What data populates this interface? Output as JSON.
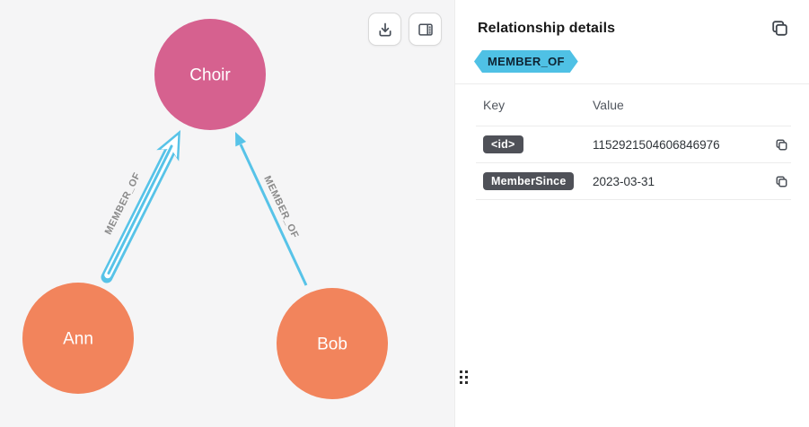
{
  "graph": {
    "background": "#f5f5f6",
    "edge_color": "#57C3E8",
    "edge_label_color": "#8a8a8a",
    "nodes": [
      {
        "label": "Choir",
        "color": "#D6618F"
      },
      {
        "label": "Ann",
        "color": "#F2845C"
      },
      {
        "label": "Bob",
        "color": "#F2845C"
      }
    ],
    "edges": [
      {
        "label": "MEMBER_OF",
        "from": "Ann",
        "to": "Choir",
        "selected": true
      },
      {
        "label": "MEMBER_OF",
        "from": "Bob",
        "to": "Choir",
        "selected": false
      }
    ],
    "toolbar": {
      "download_icon": "download-icon",
      "panel_toggle_icon": "panel-right-icon"
    }
  },
  "panel": {
    "title": "Relationship details",
    "copy_icon": "copy-icon",
    "type_badge": {
      "label": "MEMBER_OF",
      "color": "#4fc1e5"
    },
    "table": {
      "key_header": "Key",
      "value_header": "Value",
      "rows": [
        {
          "key": "<id>",
          "value": "1152921504606846976"
        },
        {
          "key": "MemberSince",
          "value": "2023-03-31"
        }
      ]
    }
  }
}
